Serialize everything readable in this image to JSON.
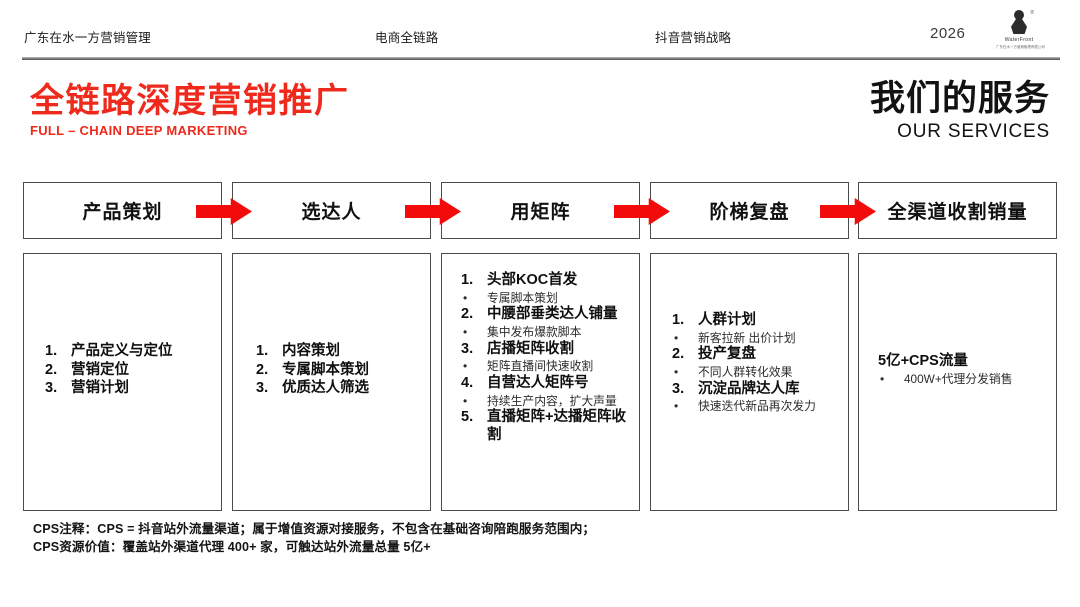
{
  "header": {
    "items": [
      {
        "label": "广东在水一方营销管理"
      },
      {
        "label": "电商全链路"
      },
      {
        "label": "抖音营销战略"
      }
    ],
    "year": "2026",
    "logo": {
      "name": "WaterFront",
      "sub": "广东在水一方营销管理有限公司",
      "trademark": "®"
    }
  },
  "title": {
    "left_cn": "全链路深度营销推广",
    "left_en": "FULL – CHAIN DEEP MARKETING",
    "right_cn": "我们的服务",
    "right_en": "OUR SERVICES",
    "accent_color": "#ef2a1c"
  },
  "flow": {
    "arrow_color": "#f20b0b",
    "stages": [
      {
        "header": "产品策划",
        "lead": null,
        "items": [
          {
            "type": "num",
            "marker": "1.",
            "text": "产品定义与定位"
          },
          {
            "type": "num",
            "marker": "2.",
            "text": "营销定位"
          },
          {
            "type": "num",
            "marker": "3.",
            "text": "营销计划"
          }
        ]
      },
      {
        "header": "选达人",
        "lead": null,
        "items": [
          {
            "type": "num",
            "marker": "1.",
            "text": "内容策划"
          },
          {
            "type": "num",
            "marker": "2.",
            "text": "专属脚本策划"
          },
          {
            "type": "num",
            "marker": "3.",
            "text": "优质达人筛选"
          }
        ]
      },
      {
        "header": "用矩阵",
        "lead": null,
        "items": [
          {
            "type": "num",
            "marker": "1.",
            "text": "头部KOC首发"
          },
          {
            "type": "bul",
            "marker": "•",
            "text": "专属脚本策划"
          },
          {
            "type": "num",
            "marker": "2.",
            "text": "中腰部垂类达人铺量"
          },
          {
            "type": "bul",
            "marker": "•",
            "text": "集中发布爆款脚本"
          },
          {
            "type": "num",
            "marker": "3.",
            "text": "店播矩阵收割"
          },
          {
            "type": "bul",
            "marker": "•",
            "text": "矩阵直播间快速收割"
          },
          {
            "type": "num",
            "marker": "4.",
            "text": "自营达人矩阵号"
          },
          {
            "type": "bul",
            "marker": "•",
            "text": "持续生产内容，扩大声量"
          },
          {
            "type": "num",
            "marker": "5.",
            "text": "直播矩阵+达播矩阵收割"
          }
        ]
      },
      {
        "header": "阶梯复盘",
        "lead": null,
        "items": [
          {
            "type": "num",
            "marker": "1.",
            "text": "人群计划"
          },
          {
            "type": "bul",
            "marker": "•",
            "text": "新客拉新 出价计划"
          },
          {
            "type": "num",
            "marker": "2.",
            "text": "投产复盘"
          },
          {
            "type": "bul",
            "marker": "•",
            "text": "不同人群转化效果"
          },
          {
            "type": "num",
            "marker": "3.",
            "text": "沉淀品牌达人库"
          },
          {
            "type": "bul",
            "marker": "•",
            "text": "快速迭代新品再次发力"
          }
        ]
      },
      {
        "header": "全渠道收割销量",
        "lead": "5亿+CPS流量",
        "items": [
          {
            "type": "bul",
            "marker": "•",
            "text": "400W+代理分发销售"
          }
        ]
      }
    ]
  },
  "footnotes": [
    "CPS注释：CPS = 抖音站外流量渠道；属于增值资源对接服务，不包含在基础咨询陪跑服务范围内；",
    "CPS资源价值：覆盖站外渠道代理 400+ 家，可触达站外流量总量 5亿+"
  ]
}
